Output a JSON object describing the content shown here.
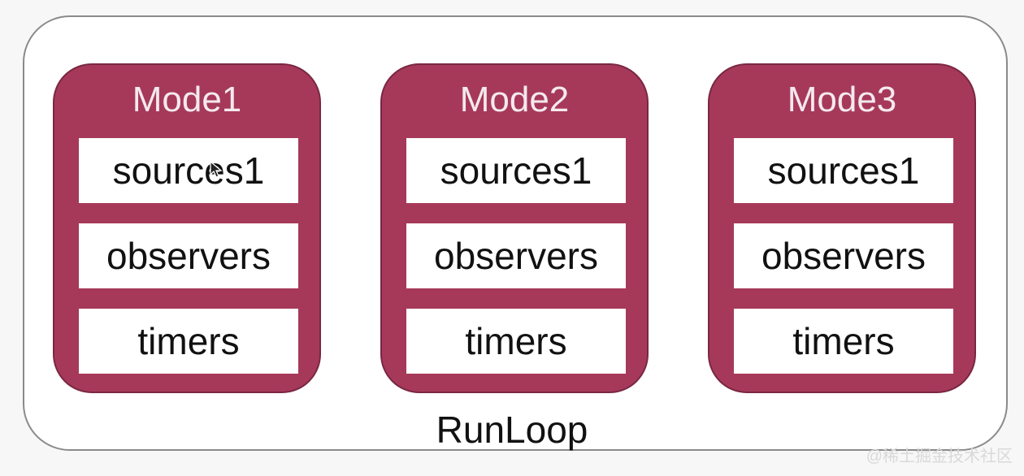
{
  "runloop": {
    "label": "RunLoop"
  },
  "modes": [
    {
      "title": "Mode1",
      "items": [
        "sources1",
        "observers",
        "timers"
      ]
    },
    {
      "title": "Mode2",
      "items": [
        "sources1",
        "observers",
        "timers"
      ]
    },
    {
      "title": "Mode3",
      "items": [
        "sources1",
        "observers",
        "timers"
      ]
    }
  ],
  "watermark": {
    "text": "@稀土掘金技术社区"
  },
  "colors": {
    "mode_fill": "#a6395a",
    "mode_title": "#f4e9ee",
    "container_border": "#8a8a8a"
  },
  "icons": {
    "cursor": "mouse-pointer-icon"
  }
}
